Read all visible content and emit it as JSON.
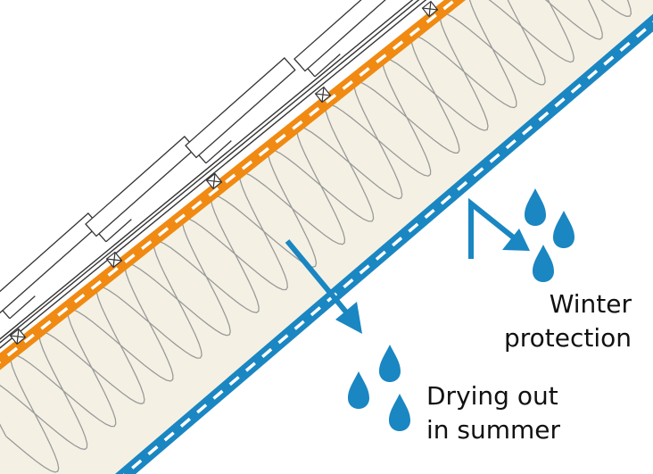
{
  "labels": {
    "winter_line1": "Winter",
    "winter_line2": "protection",
    "summer_line1": "Drying out",
    "summer_line2": "in summer"
  },
  "colors": {
    "insulation_fill": "#f4f1e4",
    "insulation_stroke": "#9a9a9a",
    "orange_membrane": "#f08a12",
    "blue_membrane": "#1a86c2",
    "arrow_and_drops": "#1a86c2",
    "structure_line": "#333333"
  }
}
